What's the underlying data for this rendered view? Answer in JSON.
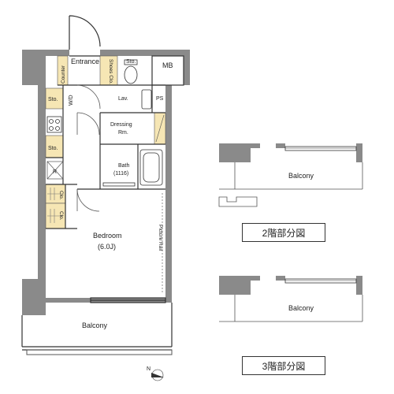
{
  "floor_plan": {
    "rooms": {
      "entrance": "Entrance",
      "counter": "Counter",
      "shoes_closet": "Shoes Clo.",
      "storage_top": "Sto.",
      "mb": "MB",
      "storage_wd": "Sto.",
      "wd": "W/D",
      "lavatory": "Lav.",
      "ps": "PS",
      "dressing_line1": "Dressing",
      "dressing_line2": "Rm.",
      "storage_kitchen": "Sto.",
      "refrigerator": "R",
      "bath_line1": "Bath",
      "bath_line2": "(1116)",
      "closet_1": "Clo.",
      "closet_2": "Clo.",
      "bedroom_line1": "Bedroom",
      "bedroom_line2": "(6.0J)",
      "picture_rail": "Picture Rail",
      "balcony_main": "Balcony"
    },
    "partial_plans": [
      {
        "balcony": "Balcony",
        "title": "2階部分図"
      },
      {
        "balcony": "Balcony",
        "title": "3階部分図"
      }
    ],
    "compass": "N"
  },
  "colors": {
    "wall": "#8a8a8a",
    "storage_fill": "#f6e6b4",
    "line": "#333333"
  }
}
